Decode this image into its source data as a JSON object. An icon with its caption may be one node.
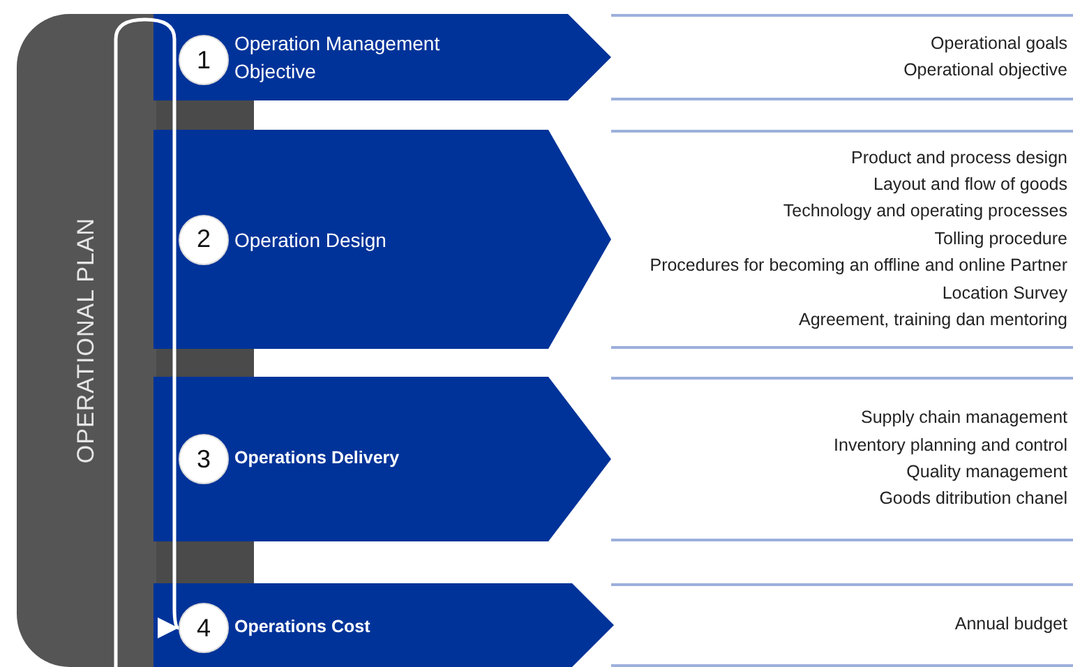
{
  "diagram": {
    "nodes": [
      {
        "text": [
          "OPERATIONAL PLAN"
        ]
      },
      {
        "text": [
          "Operation Management Objective"
        ]
      },
      {
        "text": [
          "1"
        ],
        "in": 1
      },
      {
        "text": [
          "Operational goals",
          "Operational objective"
        ]
      },
      {
        "text": [
          "Operation Design"
        ]
      },
      {
        "text": [
          "2"
        ],
        "in": 4
      },
      {
        "text": [
          "Product and process design",
          "Layout and flow of goods",
          "Technology and operating processes",
          "Tolling procedure",
          "Procedures for becoming an offline and online Partner",
          "Location Survey",
          "Agreement, training dan mentoring"
        ]
      },
      {
        "text": [
          "Operations Delivery"
        ]
      },
      {
        "text": [
          "3"
        ],
        "in": 7
      },
      {
        "text": [
          "Supply chain management",
          "Inventory planning and control",
          "Quality management",
          "Goods ditribution chanel"
        ]
      },
      {
        "text": [
          "Operations Cost"
        ]
      },
      {
        "text": [
          "4"
        ],
        "in": 10
      },
      {
        "text": [
          "Annual budget"
        ]
      }
    ],
    "edges": [
      {
        "from": 0,
        "to": 11,
        "arrow": "to"
      }
    ]
  }
}
